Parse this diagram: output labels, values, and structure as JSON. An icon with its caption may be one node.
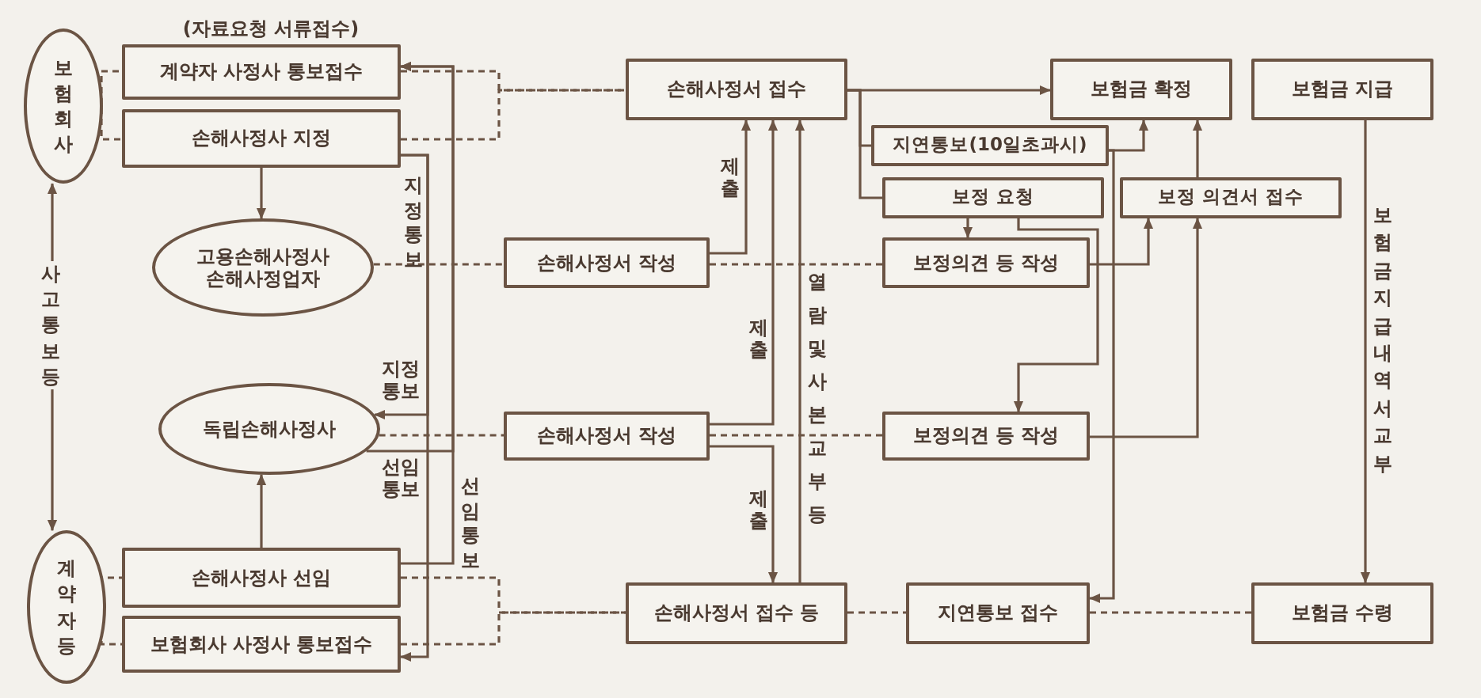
{
  "diagram": {
    "nodes": [
      {
        "text": [
          "보험회사"
        ]
      },
      {
        "text": [
          "계약자 사정사 통보접수"
        ]
      },
      {
        "text": [
          "손해사정사 지정"
        ]
      },
      {
        "text": [
          "고용손해사정사 손해사정업자"
        ]
      },
      {
        "text": [
          "독립손해사정사"
        ]
      },
      {
        "text": [
          "계약자 등"
        ]
      },
      {
        "text": [
          "손해사정사 선임"
        ]
      },
      {
        "text": [
          "보험회사 사정사 통보접수"
        ]
      },
      {
        "text": [
          "손해사정서 접수"
        ]
      },
      {
        "text": [
          "손해사정서 작성"
        ]
      },
      {
        "text": [
          "손해사정서 작성"
        ]
      },
      {
        "text": [
          "손해사정서 접수 등"
        ]
      },
      {
        "text": [
          "보험금 확정"
        ]
      },
      {
        "text": [
          "보험금 지급"
        ]
      },
      {
        "text": [
          "지연통보(10일초과시)"
        ]
      },
      {
        "text": [
          "보정 요청"
        ]
      },
      {
        "text": [
          "보정 의견서 접수"
        ]
      },
      {
        "text": [
          "보정의견 등 작성"
        ]
      },
      {
        "text": [
          "보정의견 등 작성"
        ]
      },
      {
        "text": [
          "지연통보 접수"
        ]
      },
      {
        "text": [
          "보험금 수령"
        ]
      }
    ],
    "edges": [
      {
        "from": 0,
        "to": 5,
        "arrow": "both",
        "label": "사고통보 등"
      },
      {
        "from": 0,
        "to": 1,
        "arrow": "none",
        "style": "dashed"
      },
      {
        "from": 0,
        "to": 2,
        "arrow": "none",
        "style": "dashed"
      },
      {
        "from": 5,
        "to": 6,
        "arrow": "none",
        "style": "dashed"
      },
      {
        "from": 5,
        "to": 7,
        "arrow": "none",
        "style": "dashed"
      },
      {
        "from": 2,
        "to": 3,
        "arrow": "to"
      },
      {
        "from": 2,
        "to": 4,
        "arrow": "to",
        "label": "지정통보"
      },
      {
        "from": 2,
        "to": 7,
        "arrow": "to",
        "label": "지정통보"
      },
      {
        "from": 6,
        "to": 4,
        "arrow": "to"
      },
      {
        "from": 4,
        "to": 1,
        "arrow": "to",
        "label": "선임통보"
      },
      {
        "from": 6,
        "to": 1,
        "arrow": "to",
        "label": "선임통보"
      },
      {
        "from": 1,
        "to": 8,
        "arrow": "none",
        "style": "dashed"
      },
      {
        "from": 2,
        "to": 8,
        "arrow": "none",
        "style": "dashed"
      },
      {
        "from": 3,
        "to": 9,
        "arrow": "none",
        "style": "dashed"
      },
      {
        "from": 4,
        "to": 10,
        "arrow": "none",
        "style": "dashed"
      },
      {
        "from": 6,
        "to": 11,
        "arrow": "none",
        "style": "dashed"
      },
      {
        "from": 7,
        "to": 11,
        "arrow": "none",
        "style": "dashed"
      },
      {
        "from": 9,
        "to": 17,
        "arrow": "none",
        "style": "dashed"
      },
      {
        "from": 10,
        "to": 18,
        "arrow": "none",
        "style": "dashed"
      },
      {
        "from": 11,
        "to": 19,
        "arrow": "none",
        "style": "dashed"
      },
      {
        "from": 19,
        "to": 20,
        "arrow": "none",
        "style": "dashed"
      },
      {
        "from": 9,
        "to": 8,
        "arrow": "to",
        "label": "제출"
      },
      {
        "from": 10,
        "to": 8,
        "arrow": "to",
        "label": "제출"
      },
      {
        "from": 10,
        "to": 11,
        "arrow": "to",
        "label": "제출"
      },
      {
        "from": 11,
        "to": 8,
        "arrow": "to",
        "label": "열람 및 사본 교부 등"
      },
      {
        "from": 8,
        "to": 12,
        "arrow": "to"
      },
      {
        "from": 8,
        "to": 14,
        "arrow": "none"
      },
      {
        "from": 8,
        "to": 15,
        "arrow": "none"
      },
      {
        "from": 15,
        "to": 17,
        "arrow": "to"
      },
      {
        "from": 14,
        "to": 12,
        "arrow": "to"
      },
      {
        "from": 14,
        "to": 19,
        "arrow": "to"
      },
      {
        "from": 15,
        "to": 18,
        "arrow": "to"
      },
      {
        "from": 17,
        "to": 16,
        "arrow": "to"
      },
      {
        "from": 18,
        "to": 16,
        "arrow": "to"
      },
      {
        "from": 16,
        "to": 12,
        "arrow": "to"
      },
      {
        "from": 13,
        "to": 20,
        "arrow": "to",
        "label": "보험금지급 내역서 교부"
      }
    ],
    "labels": [
      "(자료요청 서류접수)"
    ]
  }
}
